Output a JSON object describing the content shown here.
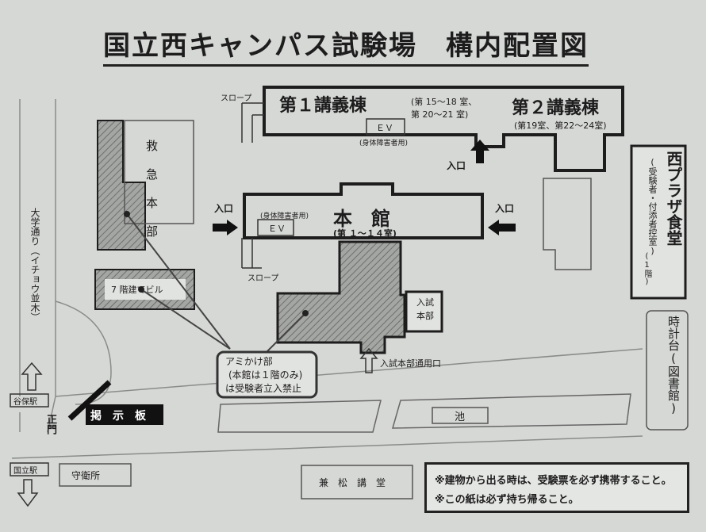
{
  "title": "国立西キャンパス試験場　構内配置図",
  "buildings": {
    "lecture1_name": "第１講義棟",
    "lecture1_rooms_line1": "(第 15～18 室、",
    "lecture1_rooms_line2": "第 20～21 室)",
    "lecture2_name": "第２講義棟",
    "lecture2_rooms": "(第19室、第22～24室)",
    "slope_top": "スロープ",
    "ev_top": "ＥＶ",
    "ev_top_note": "(身体障害者用)",
    "main_name": "本　館",
    "main_rooms": "(第 １～１４室)",
    "ev_main": "ＥＶ",
    "ev_main_note": "(身体障害者用)",
    "slope_main": "スロープ",
    "emergency_hq": "救　急　本　部",
    "seven_story": "7 階建てビル",
    "exam_hq": "入試本部",
    "exam_hq_entrance": "入試本部通用口",
    "west_plaza": "西プラザ食堂",
    "west_plaza_note": "(受験者・付添者控室)",
    "west_plaza_floor": "(1階)",
    "clock_tower": "時計台(図書館)",
    "kenshokodo": "兼　松　講　堂",
    "guardhouse": "守衛所",
    "pond": "池",
    "bulletin": "掲　示　板"
  },
  "entrances": {
    "top": "入口",
    "left": "入口",
    "right": "入口",
    "main_gate": "正門"
  },
  "streets": {
    "daigaku_dori": "大学通り（イチョウ並木）",
    "yaho_station": "谷保駅",
    "kunitachi_station": "国立駅"
  },
  "hatched_callout": {
    "line1": "アミかけ部",
    "line2": "(本館は１階のみ)",
    "line3": "は受験者立入禁止"
  },
  "notes": {
    "line1": "※建物から出る時は、受験票を必ず携帯すること。",
    "line2": "※この紙は必ず持ち帰ること。"
  },
  "colors": {
    "paper": "#d6d8d5",
    "line": "#1d1d1d",
    "hatch": "#8f918f"
  }
}
